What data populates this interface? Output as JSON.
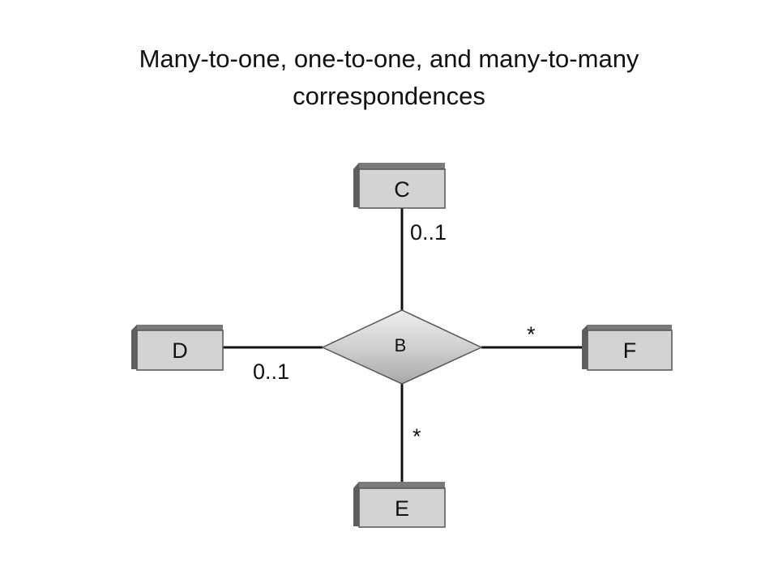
{
  "title": {
    "line1": "Many-to-one, one-to-one, and many-to-many",
    "line2": "correspondences"
  },
  "diagram": {
    "center": {
      "label": "B"
    },
    "nodes": {
      "top": {
        "label": "C",
        "multiplicity": "0..1"
      },
      "left": {
        "label": "D",
        "multiplicity": "0..1"
      },
      "right": {
        "label": "F",
        "multiplicity": "*"
      },
      "bottom": {
        "label": "E",
        "multiplicity": "*"
      }
    },
    "colors": {
      "box_fill": "#d3d3d3",
      "box_shadow": "#6e6e6e",
      "line": "#111111",
      "diamond_light": "#e6e6e6",
      "diamond_dark": "#a8a8a8"
    }
  }
}
